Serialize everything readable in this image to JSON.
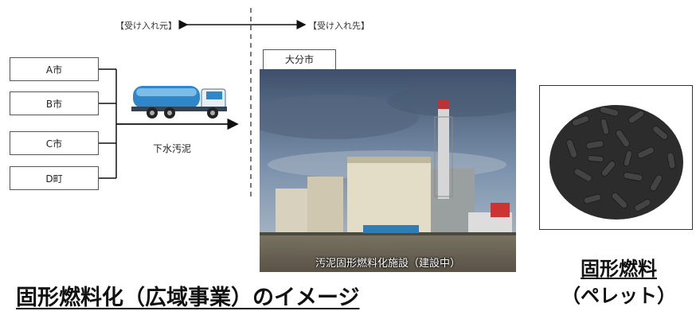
{
  "header": {
    "source_label": "【受け入れ元】",
    "dest_label": "【受け入れ先】"
  },
  "sources": [
    "A市",
    "B市",
    "C市",
    "D町"
  ],
  "destination": "大分市",
  "flow_label": "下水汚泥",
  "photo_caption": "汚泥固形燃料化施設（建設中）",
  "product": {
    "title": "固形燃料",
    "subtitle": "（ペレット）"
  },
  "main_title": "固形燃料化（広域事業）のイメージ",
  "colors": {
    "truck_tank": "#2f86c9",
    "truck_cab": "#e9eef2",
    "line": "#111111"
  }
}
